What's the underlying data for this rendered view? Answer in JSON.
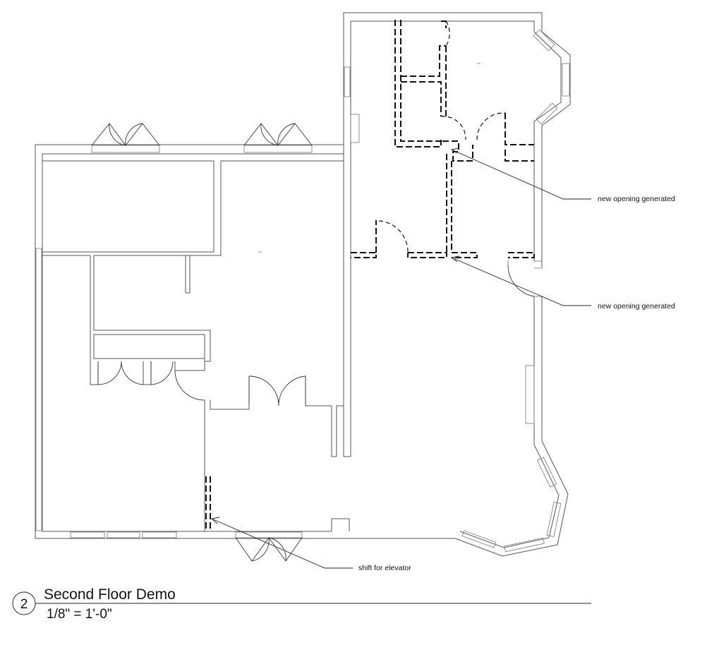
{
  "annotations": [
    {
      "id": "note1",
      "text": "new opening generated"
    },
    {
      "id": "note2",
      "text": "new opening generated"
    },
    {
      "id": "note3",
      "text": "shift for elevator"
    }
  ],
  "title_block": {
    "number": "2",
    "title": "Second Floor Demo",
    "scale": "1/8\" = 1'-0\""
  }
}
